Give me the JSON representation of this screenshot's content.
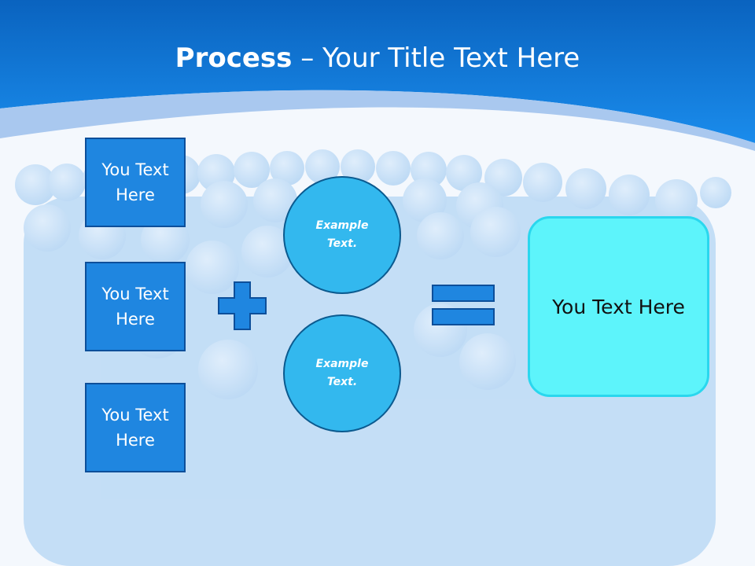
{
  "slide": {
    "title_bold": "Process",
    "title_sep": " – ",
    "title_rest": "Your Title Text Here"
  },
  "inputs": [
    {
      "label": "You Text Here"
    },
    {
      "label": "You Text Here"
    },
    {
      "label": "You Text Here"
    }
  ],
  "circles": [
    {
      "label": "Example Text."
    },
    {
      "label": "Example Text."
    }
  ],
  "result": {
    "label": "You Text Here"
  },
  "colors": {
    "header_blue": "#0e78d8",
    "box_blue": "#1f86e0",
    "circle_blue": "#33b8ee",
    "result_cyan": "#5df4fb"
  },
  "icons": {
    "plus": "plus-icon",
    "equals": "equals-icon"
  }
}
